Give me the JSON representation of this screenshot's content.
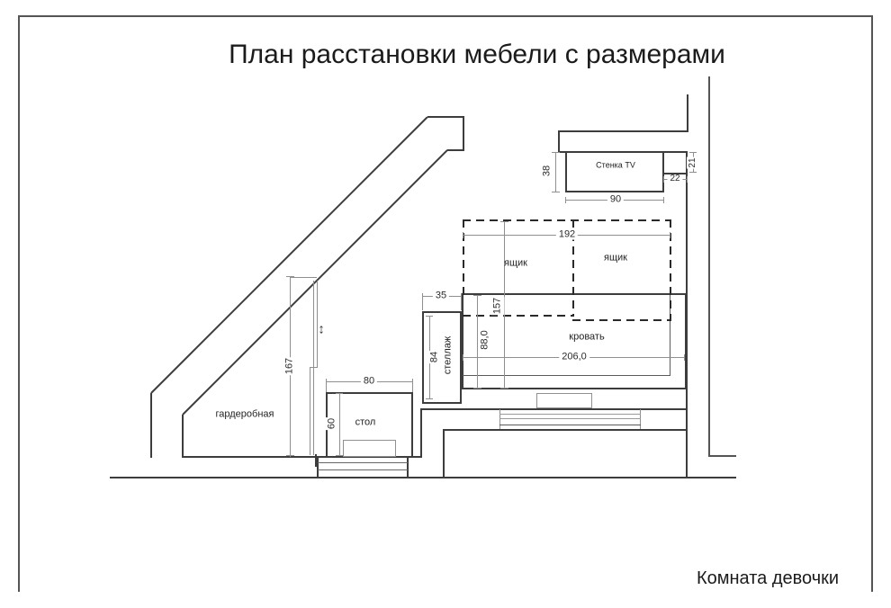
{
  "title": "План расстановки мебели с размерами",
  "room_caption": "Комната девочки",
  "furniture": {
    "wardrobe": "гардеробная",
    "table": "стол",
    "shelving": "стеллаж",
    "bed": "кровать",
    "drawer_left": "ящик",
    "drawer_right": "ящик",
    "tv_unit": "Стенка TV"
  },
  "dimensions_cm": {
    "wardrobe_height": "167",
    "table_width": "80",
    "table_depth": "60",
    "shelving_width": "35",
    "shelving_depth": "84",
    "bed_width": "88,0",
    "drawers_depth": "157",
    "drawers_width": "192",
    "bed_length": "206,0",
    "tv_depth": "38",
    "tv_width": "90",
    "tv_niche_width": "22",
    "tv_niche_depth": "21"
  },
  "icons": {
    "double_arrow": "↕"
  }
}
